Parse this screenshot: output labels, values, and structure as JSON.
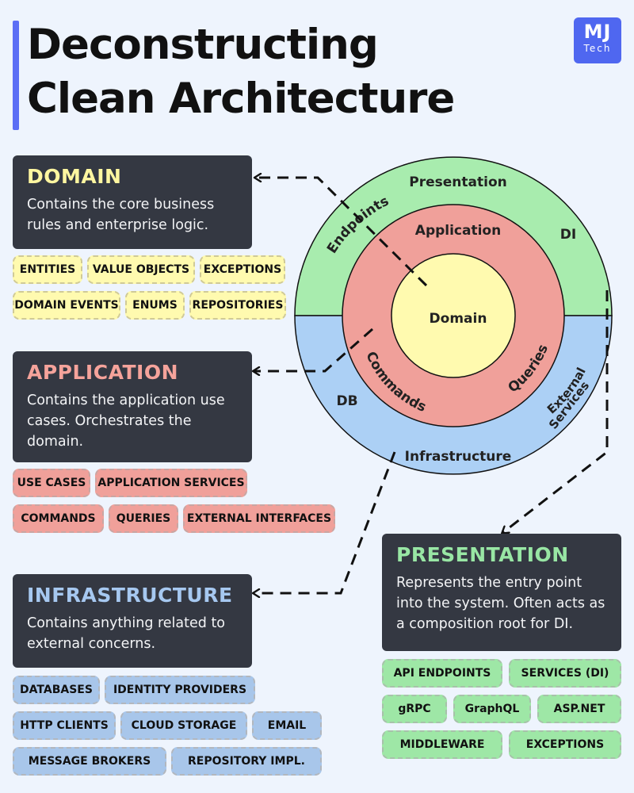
{
  "title": {
    "line1": "Deconstructing",
    "line2": "Clean Architecture"
  },
  "logo": {
    "main": "MJ",
    "sub": "Tech"
  },
  "colors": {
    "domain": "#fffaaf",
    "application": "#f0a09a",
    "presentation": "#a8ecae",
    "infrastructure": "#acd0f5",
    "card": "#343842",
    "accent": "#5b6ef5"
  },
  "diagram": {
    "presentation": "Presentation",
    "application": "Application",
    "domain": "Domain",
    "infrastructure": "Infrastructure",
    "endpoints": "Endpoints",
    "di": "DI",
    "commands": "Commands",
    "queries": "Queries",
    "db": "DB",
    "external": "External",
    "services": "Services"
  },
  "cards": {
    "domain": {
      "title": "DOMAIN",
      "description": "Contains the core business rules and enterprise logic.",
      "chips": [
        "ENTITIES",
        "VALUE OBJECTS",
        "EXCEPTIONS",
        "DOMAIN EVENTS",
        "ENUMS",
        "REPOSITORIES"
      ]
    },
    "application": {
      "title": "APPLICATION",
      "description": "Contains the application use cases. Orchestrates the domain.",
      "chips": [
        "USE CASES",
        "APPLICATION SERVICES",
        "COMMANDS",
        "QUERIES",
        "EXTERNAL INTERFACES"
      ]
    },
    "infrastructure": {
      "title": "INFRASTRUCTURE",
      "description": "Contains anything related to external concerns.",
      "chips": [
        "DATABASES",
        "IDENTITY PROVIDERS",
        "HTTP CLIENTS",
        "CLOUD STORAGE",
        "EMAIL",
        "MESSAGE BROKERS",
        "REPOSITORY IMPL."
      ]
    },
    "presentation": {
      "title": "PRESENTATION",
      "description": "Represents the entry point into the system. Often acts as a composition root for DI.",
      "chips": [
        "API ENDPOINTS",
        "SERVICES (DI)",
        "gRPC",
        "GraphQL",
        "ASP.NET",
        "MIDDLEWARE",
        "EXCEPTIONS"
      ]
    }
  }
}
